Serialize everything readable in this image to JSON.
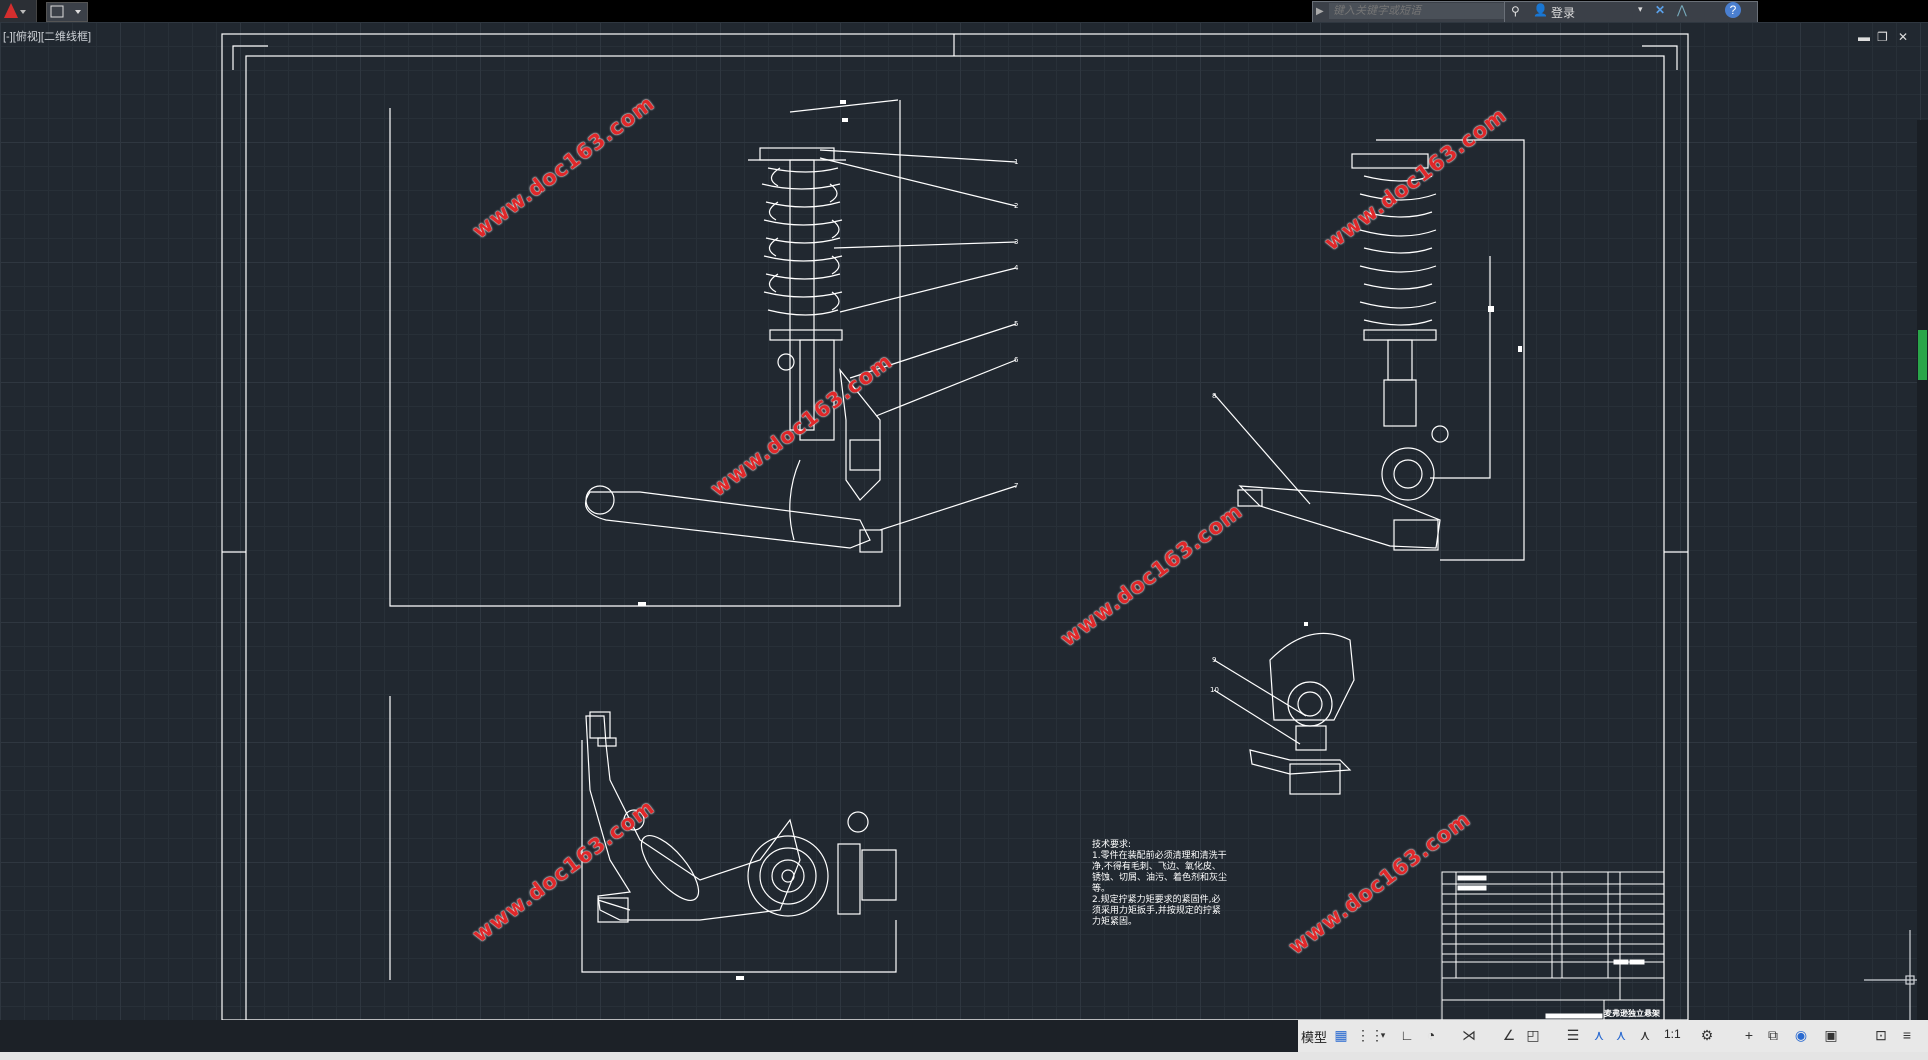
{
  "titlebar": {
    "search_placeholder": "键入关键字或短语",
    "login_label": "登录",
    "help_icon": "help-icon",
    "exchange_icon": "exchange-icon",
    "a360_icon": "a360-icon"
  },
  "viewport": {
    "label": "[-][俯视][二维线框]"
  },
  "watermark": {
    "text": "www.doc163.com"
  },
  "drawing": {
    "tech_req_title": "技术要求:",
    "tech_req_lines": [
      "1.零件在装配前必须清理和清洗干",
      "净,不得有毛刺、飞边、氧化皮、",
      "锈蚀、切屑、油污、着色剂和灰尘",
      "等。",
      "2.规定拧紧力矩要求的紧固件,必",
      "须采用力矩扳手,并按规定的拧紧",
      "力矩紧固。"
    ],
    "title_block_name": "麦弗逊独立悬架",
    "balloon_numbers": [
      "1",
      "2",
      "3",
      "4",
      "5",
      "6",
      "7",
      "8",
      "9",
      "10"
    ]
  },
  "statusbar": {
    "model_label": "模型",
    "scale_label": "1:1"
  },
  "colors": {
    "canvas_bg": "#212830",
    "watermark": "#e0282a",
    "line": "#ffffff"
  }
}
